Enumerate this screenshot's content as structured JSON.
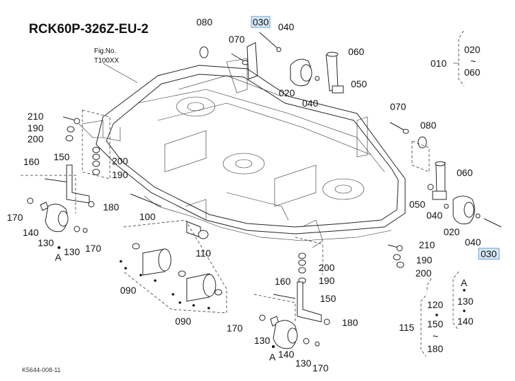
{
  "title": "RCK60P-326Z-EU-2",
  "fig_label": "Fig.No.",
  "fig_number": "T100XX",
  "footer_code": "K5644-008-11",
  "highlight_color": "#d6e7f7",
  "labels": {
    "p080a": "080",
    "p030a": "030",
    "p040a": "040",
    "p070a": "070",
    "p060a": "060",
    "p020a": "020",
    "p040b": "040",
    "p050a": "050",
    "p010": "010",
    "p020r": "020",
    "tilde1": "~",
    "p060r": "060",
    "p210a": "210",
    "p190a": "190",
    "p200a": "200",
    "p200b": "200",
    "p190b": "190",
    "p160a": "160",
    "p150a": "150",
    "p180a": "180",
    "p170a": "170",
    "p140a": "140",
    "p130a": "130",
    "pAa": "A",
    "p130b": "130",
    "p170b": "170",
    "p100": "100",
    "p110": "110",
    "p090a": "090",
    "p090b": "090",
    "p070b": "070",
    "p080b": "080",
    "p060b": "060",
    "p050b": "050",
    "p040c": "040",
    "p020b": "020",
    "p040d": "040",
    "p030b": "030",
    "p210b": "210",
    "p190c": "190",
    "p200c": "200",
    "p200d": "200",
    "p190d": "190",
    "p160b": "160",
    "p150b": "150",
    "p180b": "180",
    "p170c": "170",
    "p130c": "130",
    "pAb": "A",
    "p140b": "140",
    "p130d": "130",
    "p170d": "170",
    "pAc": "A",
    "p130e": "130",
    "p140c": "140",
    "p115": "115",
    "p120": "120",
    "p150c": "150",
    "tilde2": "~",
    "p180c": "180"
  }
}
